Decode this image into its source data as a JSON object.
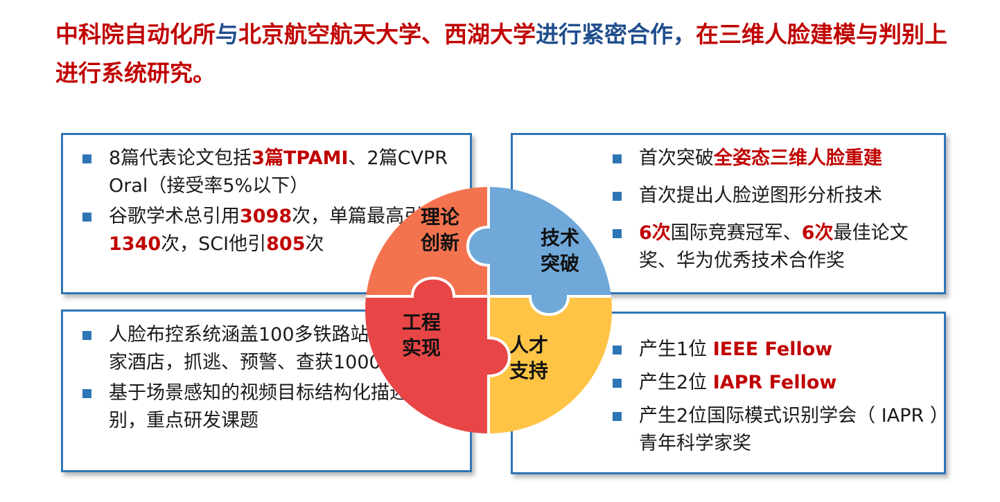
{
  "title": {
    "part1": "中科院自动化所",
    "part2": "与",
    "part3": "北京航空航天大学、西湖大学",
    "part4": "进行紧密合作，",
    "part5": "在三维人脸建模与判别上进行系统研究。"
  },
  "colors": {
    "red": "#c00000",
    "blue": "#1f4e8c",
    "border": "#2e75b6",
    "piece_theory": "#f4734f",
    "piece_tech": "#6fa8d9",
    "piece_engineering": "#e84646",
    "piece_talent": "#ffc445"
  },
  "puzzle": {
    "theory": [
      "理论",
      "创新"
    ],
    "tech": [
      "技术",
      "突破"
    ],
    "engineering": [
      "工程",
      "实现"
    ],
    "talent": [
      "人才",
      "支持"
    ]
  },
  "top_left": {
    "item1": {
      "a": "8篇代表论文包括",
      "b": "3篇TPAMI",
      "c": "、2篇CVPR Oral（接受率5%以下）"
    },
    "item2": {
      "a": "谷歌学术总引用",
      "b": "3098",
      "c": "次，单篇最高引用",
      "d": "1340",
      "e": "次，SCI他引",
      "f": "805",
      "g": "次"
    }
  },
  "top_right": {
    "item1": {
      "a": "首次突破",
      "b": "全姿态三维人脸重建"
    },
    "item2": {
      "a": "首次提出人脸逆图形分析技术"
    },
    "item3": {
      "a": "6次",
      "b": "国际竞赛冠军、",
      "c": "6次",
      "d": "最佳论文奖、华为优秀技术合作奖"
    }
  },
  "bottom_left": {
    "item1": "人脸布控系统涵盖100多铁路站点、5000家酒店，抓逃、预警、查获1000余 人",
    "item2": "基于场景感知的视频目标结构化描述与识别，重点研发课题"
  },
  "bottom_right": {
    "item1": {
      "a": "产生1位 ",
      "b": "IEEE Fellow"
    },
    "item2": {
      "a": "产生2位 ",
      "b": "IAPR Fellow"
    },
    "item3": {
      "a": "产生2位国际模式识别学会（ IAPR ）青年科学家奖"
    }
  }
}
